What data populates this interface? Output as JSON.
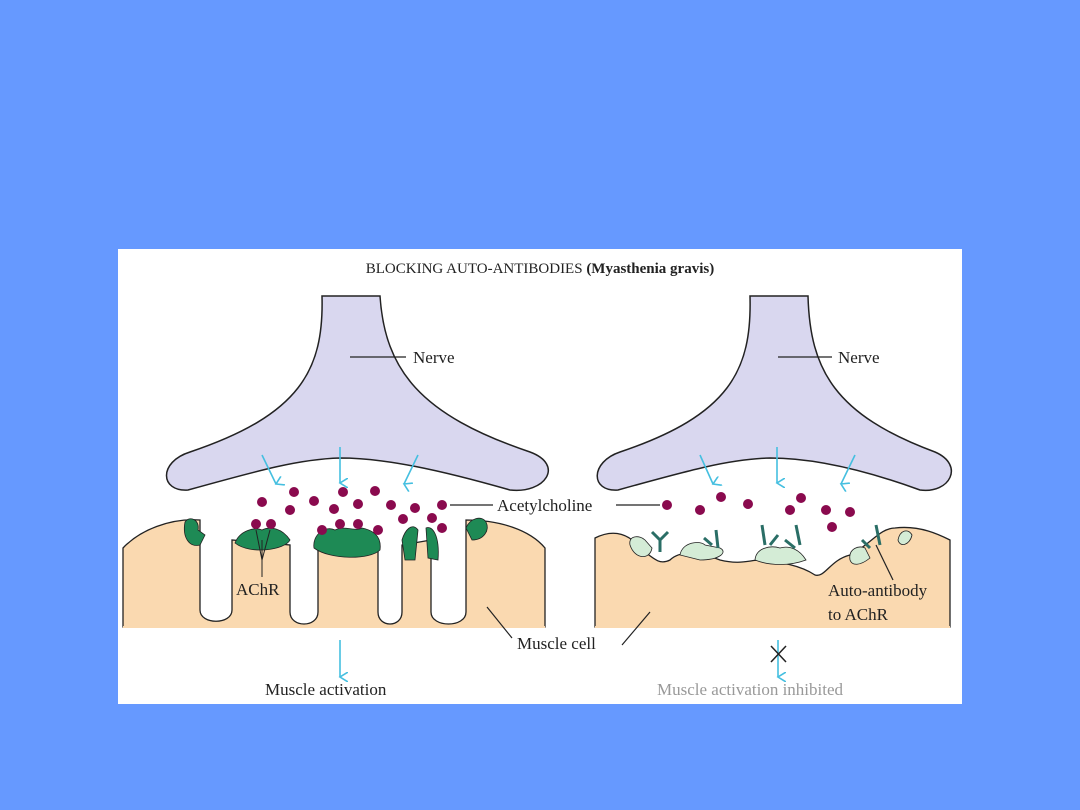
{
  "title": "BLOCKING AUTO-ANTIBODIES",
  "title_suffix": "(Myasthenia gravis)",
  "labels": {
    "nerve_left": "Nerve",
    "nerve_right": "Nerve",
    "acetylcholine": "Acetylcholine",
    "achr": "AChR",
    "muscle_cell": "Muscle cell",
    "auto_antibody_line1": "Auto-antibody",
    "auto_antibody_line2": "to AChR",
    "outcome_left": "Muscle activation",
    "outcome_right": "Muscle activation inhibited"
  },
  "colors": {
    "background": "#6699FF",
    "nerve": "#D9D7EF",
    "muscle": "#FAD9B0",
    "receptor": "#1E8A55",
    "blocked_receptor": "#D4ECD6",
    "acetylcholine": "#8A0A4E",
    "arrow": "#45BFE0"
  }
}
